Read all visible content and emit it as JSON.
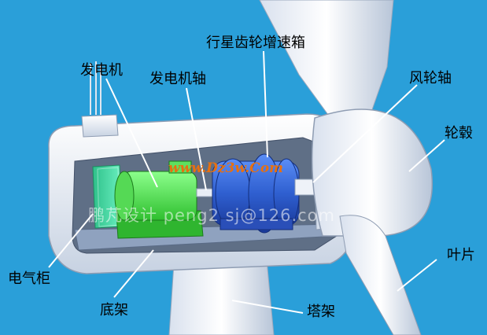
{
  "labels": {
    "generator": "发电机",
    "generator_shaft": "发电机轴",
    "planetary_gearbox": "行星齿轮增速箱",
    "rotor_shaft": "风轮轴",
    "hub": "轮毂",
    "blade": "叶片",
    "electrical_cabinet": "电气柜",
    "base_frame": "底架",
    "tower": "塔架"
  },
  "watermarks": {
    "site": "www.Dz3w.Com",
    "credit": "鹏芃设计 peng2 sj@126.com"
  },
  "colors": {
    "sky": "#2a9fd9",
    "generator": "#4be04b",
    "gearbox": "#3a6fe0",
    "cabinet": "#3fd6a0",
    "site_watermark": "#e87010"
  }
}
